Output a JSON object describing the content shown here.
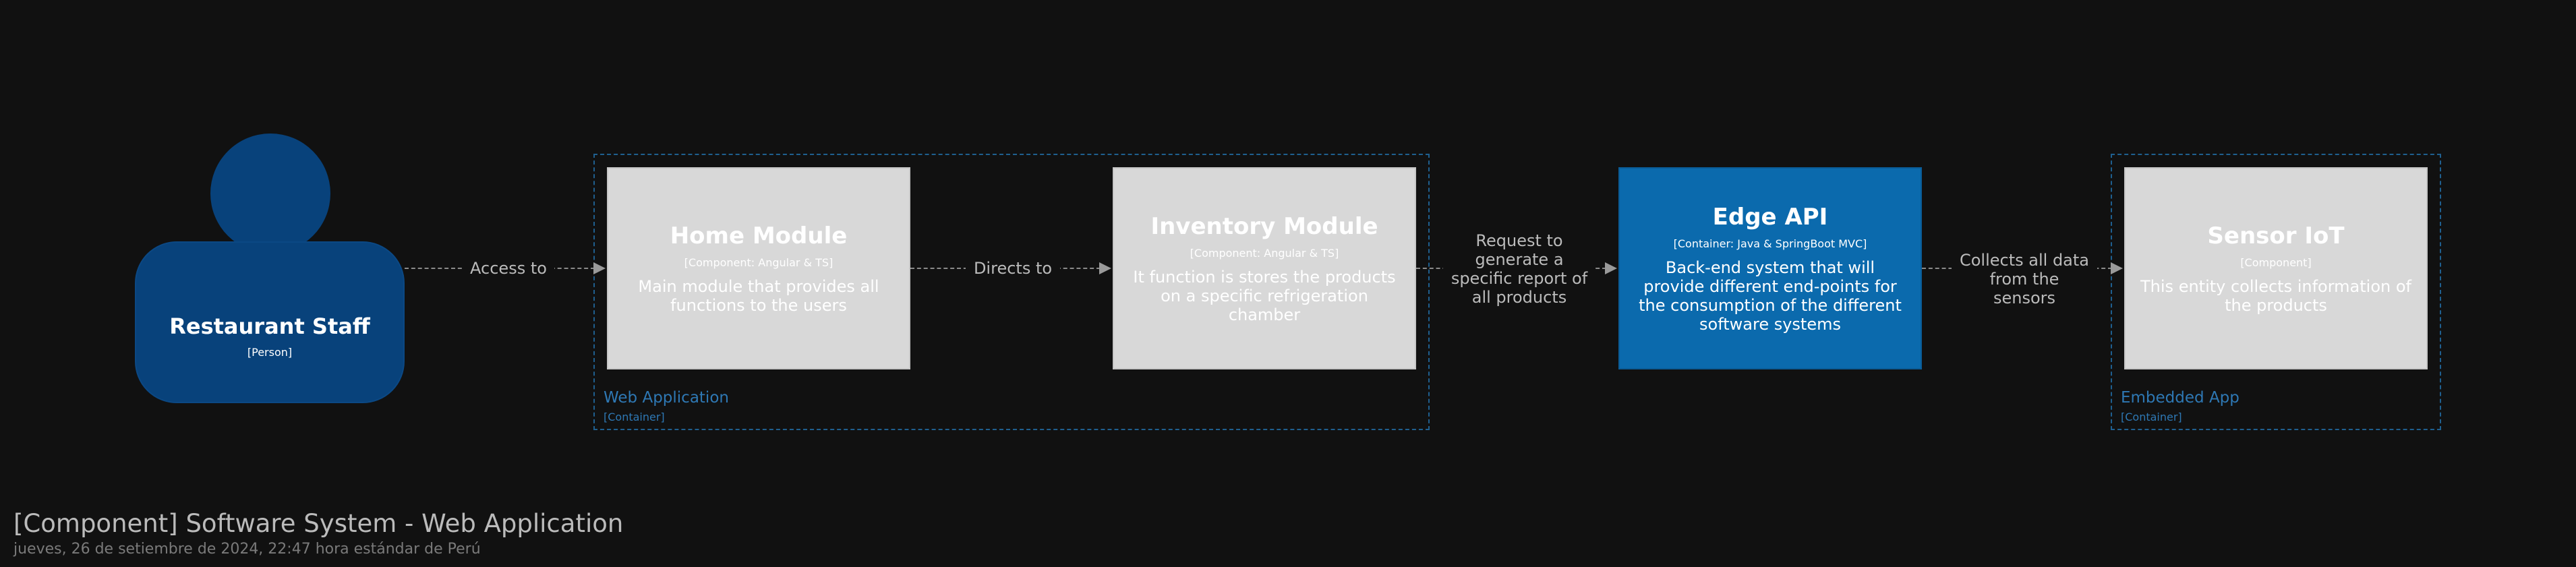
{
  "person": {
    "name": "Restaurant Staff",
    "tag": "[Person]"
  },
  "boundaries": {
    "web_app": {
      "title": "Web Application",
      "tag": "[Container]"
    },
    "embedded_app": {
      "title": "Embedded App",
      "tag": "[Container]"
    }
  },
  "components": {
    "home": {
      "name": "Home Module",
      "tag": "[Component: Angular & TS]",
      "description": "Main module that provides all functions to the users"
    },
    "inventory": {
      "name": "Inventory Module",
      "tag": "[Component: Angular & TS]",
      "description": "It function is stores the products on a specific refrigeration chamber"
    },
    "edge_api": {
      "name": "Edge API",
      "tag": "[Container: Java & SpringBoot MVC]",
      "description": "Back-end system that will provide different end-points for the consumption of the different software systems"
    },
    "sensor": {
      "name": "Sensor IoT",
      "tag": "[Component]",
      "description": "This entity collects information of the products"
    }
  },
  "relations": {
    "r1": "Access to",
    "r2": "Directs to",
    "r3": "Request to generate a specific report of all products",
    "r4": "Collects all data from the sensors"
  },
  "footer": {
    "title": "[Component] Software System - Web Application",
    "date": "jueves, 26 de setiembre de 2024, 22:47 hora estándar de Perú"
  },
  "colors": {
    "background": "#111111",
    "person": "#08427b",
    "component": "#d8d8d8",
    "container": "#0b6aad",
    "boundary": "#2e78b4"
  }
}
